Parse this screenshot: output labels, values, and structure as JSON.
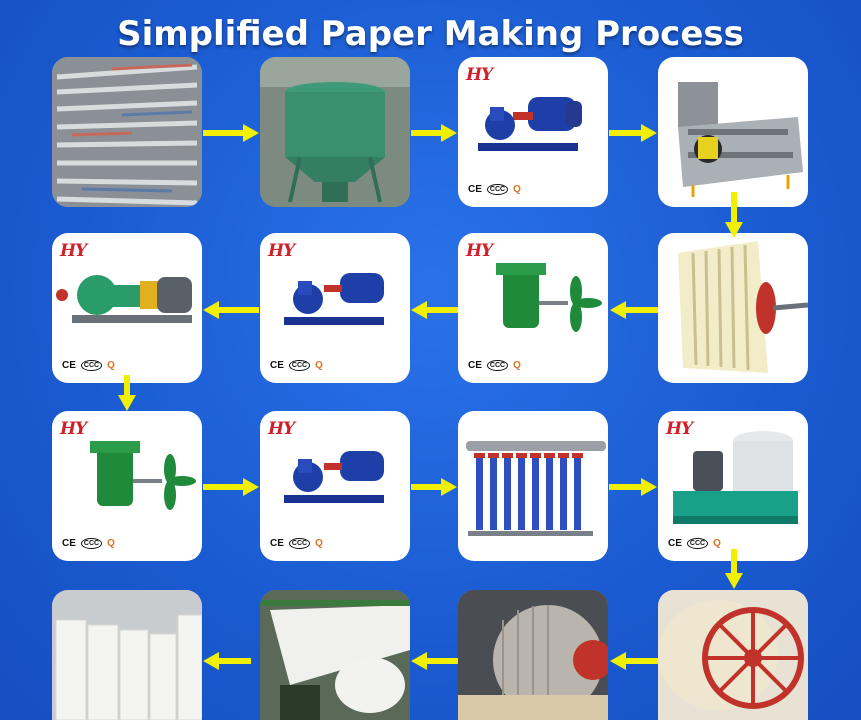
{
  "title": "Simplified Paper Making Process",
  "logo_text": "HY",
  "cert": {
    "ce": "CE",
    "ccc": "CCC",
    "iso": "Q"
  },
  "colors": {
    "background": "#1a5fd6",
    "arrow": "#f0f000",
    "logo": "#d0202a",
    "pump_blue": "#1f3fa8",
    "machine_green": "#1f8a3a",
    "screen_cream": "#f2ecc8"
  },
  "steps": [
    {
      "row": 1,
      "col": 1,
      "name": "waste-paper",
      "label": ""
    },
    {
      "row": 1,
      "col": 2,
      "name": "hydrapulper",
      "label": ""
    },
    {
      "row": 1,
      "col": 3,
      "name": "pulp-pump",
      "label": ""
    },
    {
      "row": 1,
      "col": 4,
      "name": "vibrating-screen",
      "label": ""
    },
    {
      "row": 2,
      "col": 4,
      "name": "disc-thickener",
      "label": ""
    },
    {
      "row": 2,
      "col": 3,
      "name": "propeller-agitator",
      "label": ""
    },
    {
      "row": 2,
      "col": 2,
      "name": "pulp-pump",
      "label": ""
    },
    {
      "row": 2,
      "col": 1,
      "name": "refiner",
      "label": ""
    },
    {
      "row": 3,
      "col": 1,
      "name": "propeller-agitator",
      "label": ""
    },
    {
      "row": 3,
      "col": 2,
      "name": "pulp-pump",
      "label": ""
    },
    {
      "row": 3,
      "col": 3,
      "name": "cyclone-cleaner",
      "label": ""
    },
    {
      "row": 3,
      "col": 4,
      "name": "pressure-screen",
      "label": ""
    },
    {
      "row": 4,
      "col": 4,
      "name": "cylinder-mould",
      "label": ""
    },
    {
      "row": 4,
      "col": 3,
      "name": "dryer-cylinder",
      "label": ""
    },
    {
      "row": 4,
      "col": 2,
      "name": "paper-machine",
      "label": ""
    },
    {
      "row": 4,
      "col": 1,
      "name": "paper-rolls",
      "label": ""
    }
  ]
}
